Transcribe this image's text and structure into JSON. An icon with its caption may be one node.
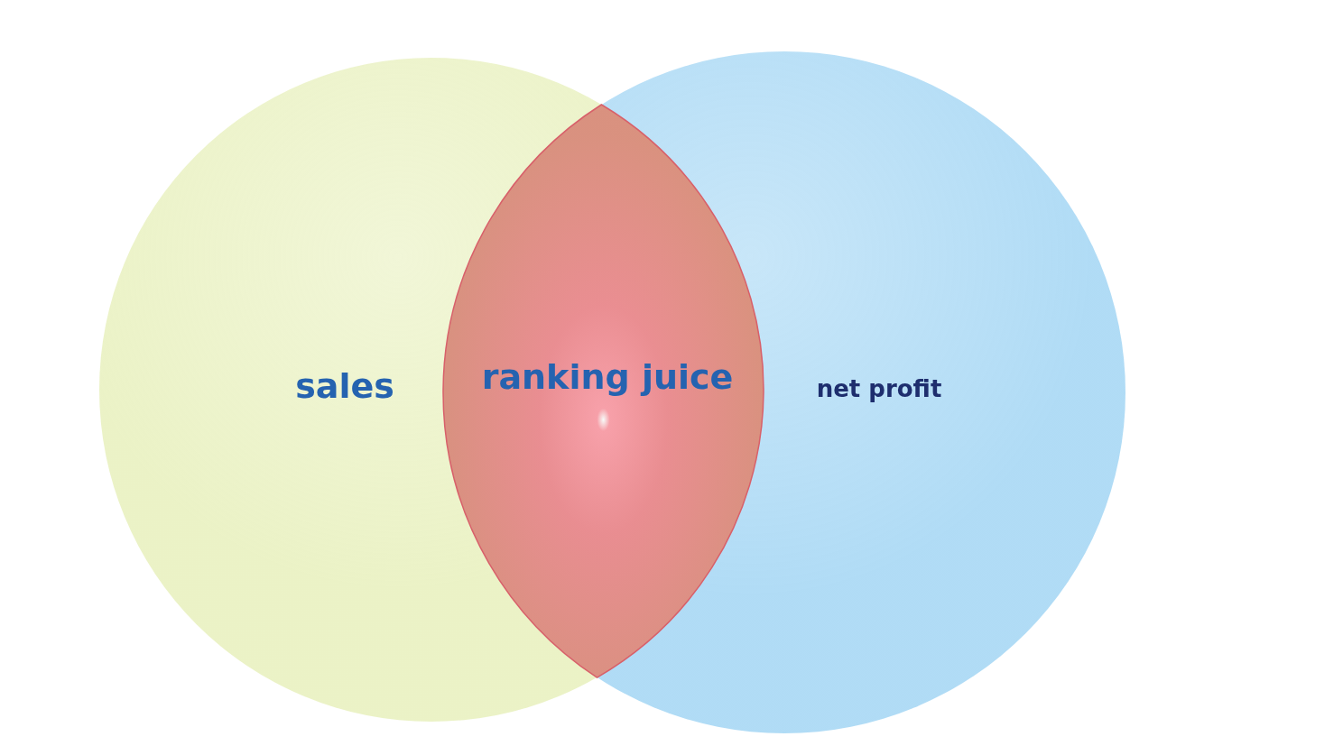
{
  "diagram": {
    "nodes": [
      {
        "text": [
          "sales"
        ]
      },
      {
        "text": [
          "net profit"
        ]
      },
      {
        "text": [
          "ranking juice"
        ]
      }
    ]
  }
}
